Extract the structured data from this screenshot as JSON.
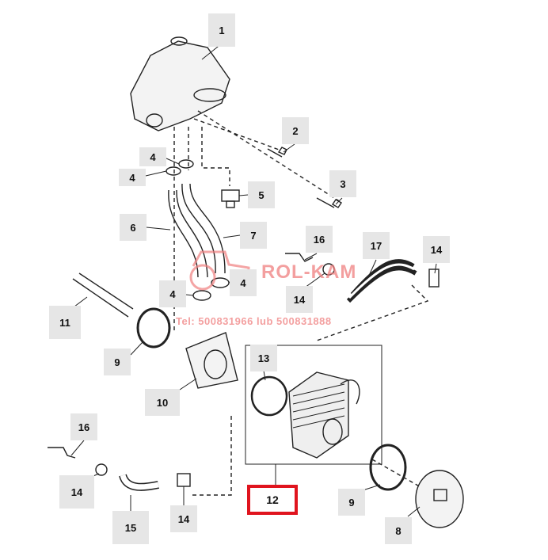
{
  "diagram": {
    "labels": [
      "1",
      "2",
      "3",
      "4",
      "4",
      "5",
      "6",
      "7",
      "16",
      "17",
      "14",
      "4",
      "4",
      "14",
      "11",
      "9",
      "10",
      "13",
      "16",
      "14",
      "15",
      "14",
      "12",
      "9",
      "8"
    ],
    "highlighted_label": "12",
    "highlight_color": "#e0141e"
  },
  "watermark": {
    "brand": "ROL-KAM",
    "phone": "Tel: 500831966 lub 500831888"
  }
}
